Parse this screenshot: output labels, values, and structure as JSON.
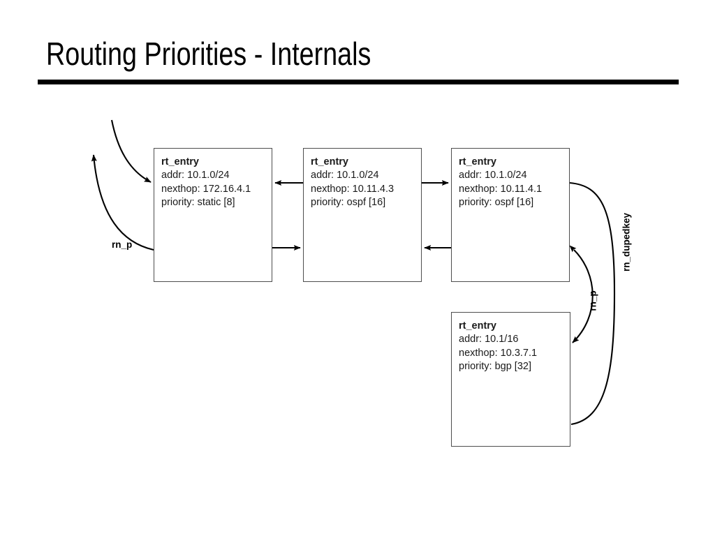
{
  "slide": {
    "title": "Routing Priorities - Internals"
  },
  "diagram": {
    "type": "linked-structure",
    "boxes": [
      {
        "id": "box-1",
        "header": "rt_entry",
        "fields": [
          "addr: 10.1.0/24",
          "nexthop: 172.16.4.1",
          "priority: static [8]"
        ]
      },
      {
        "id": "box-2",
        "header": "rt_entry",
        "fields": [
          "addr: 10.1.0/24",
          "nexthop: 10.11.4.3",
          "priority: ospf [16]"
        ]
      },
      {
        "id": "box-3",
        "header": "rt_entry",
        "fields": [
          "addr: 10.1.0/24",
          "nexthop: 10.11.4.1",
          "priority: ospf [16]"
        ]
      },
      {
        "id": "box-4",
        "header": "rt_entry",
        "fields": [
          "addr: 10.1/16",
          "nexthop: 10.3.7.1",
          "priority: bgp [32]"
        ]
      }
    ],
    "labels": {
      "rn_p_left": "rn_p",
      "rn_p_right": "rn_p",
      "rn_dupedkey": "rn_dupedkey"
    },
    "colors": {
      "box_border": "#4d4d4d",
      "edge": "#000000",
      "text": "#1a1a1a",
      "title_rule": "#000000"
    }
  }
}
